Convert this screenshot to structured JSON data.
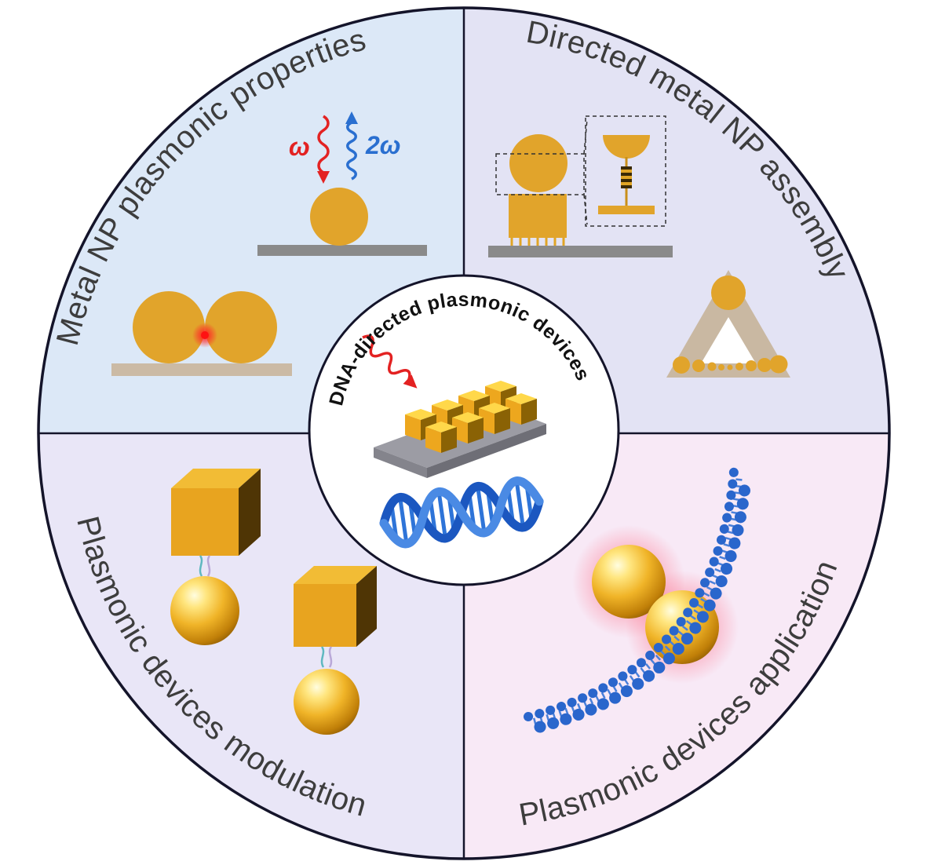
{
  "figure": {
    "center_label": "DNA-directed plasmonic devices",
    "quadrants": {
      "top_left": {
        "label": "Metal NP plasmonic properties",
        "bg": "#dce8f7"
      },
      "top_right": {
        "label": "Directed metal NP assembly",
        "bg": "#e3e3f4"
      },
      "bottom_left": {
        "label": "Plasmonic devices modulation",
        "bg": "#e9e6f7"
      },
      "bottom_right": {
        "label": "Plasmonic devices application",
        "bg": "#f8e9f6"
      }
    },
    "annotations": {
      "omega": "ω",
      "two_omega": "2ω"
    },
    "palette": {
      "gold": "#e1a42b",
      "gold_dark": "#553a06",
      "tan": "#c9b8a2",
      "substrate_gray": "#8a8a8a",
      "dna_blue": "#2a66cc",
      "laser_red": "#e32222",
      "outline": "#14142a",
      "label_text": "#3d3d3d"
    }
  }
}
